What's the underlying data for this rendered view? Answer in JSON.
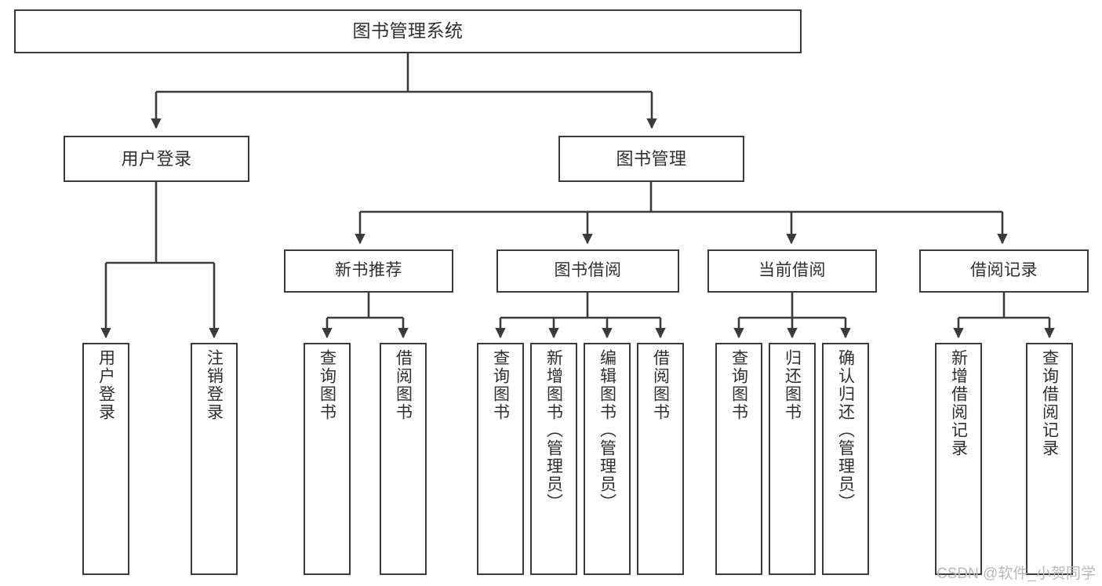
{
  "diagram": {
    "title": "图书管理系统",
    "type": "tree-hierarchy-diagram",
    "colors": {
      "box_border": "#3b3b3b",
      "box_fill": "#ffffff",
      "connector": "#3b3b3b",
      "text": "#2f2f2f",
      "watermark": "#b9b9b9",
      "background": "#ffffff"
    },
    "root": {
      "label": "图书管理系统"
    },
    "level2": [
      {
        "label": "用户登录"
      },
      {
        "label": "图书管理"
      }
    ],
    "level3": [
      {
        "label": "新书推荐"
      },
      {
        "label": "图书借阅"
      },
      {
        "label": "当前借阅"
      },
      {
        "label": "借阅记录"
      }
    ],
    "leaves": {
      "user_login": [
        {
          "label": "用户登录"
        },
        {
          "label": "注销登录"
        }
      ],
      "new_book_recommend": [
        {
          "label": "查询图书"
        },
        {
          "label": "借阅图书"
        }
      ],
      "book_borrow": [
        {
          "label": "查询图书"
        },
        {
          "label": "新增图书（管理员）"
        },
        {
          "label": "编辑图书（管理员）"
        },
        {
          "label": "借阅图书"
        }
      ],
      "current_borrow": [
        {
          "label": "查询图书"
        },
        {
          "label": "归还图书"
        },
        {
          "label": "确认归还（管理员）"
        }
      ],
      "borrow_records": [
        {
          "label": "新增借阅记录"
        },
        {
          "label": "查询借阅记录"
        }
      ]
    }
  },
  "watermark": {
    "text": "CSDN @软件_小贺同学"
  }
}
